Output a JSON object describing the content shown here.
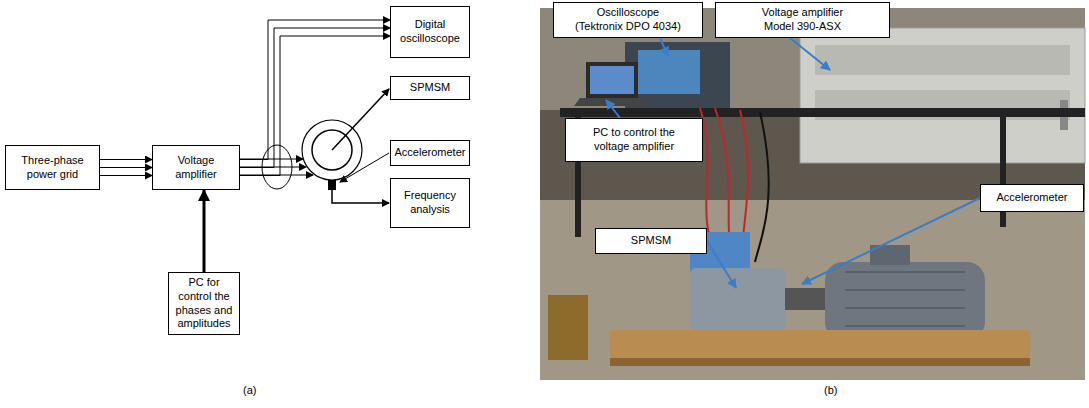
{
  "diagram": {
    "nodes": [
      {
        "text": [
          "Three-phase power grid"
        ]
      },
      {
        "text": [
          "Voltage amplifier"
        ]
      },
      {
        "text": [
          "PC for control the phases and amplitudes"
        ]
      },
      {
        "text": [
          "Digital oscilloscope"
        ]
      },
      {
        "text": [
          "SPMSM"
        ]
      },
      {
        "text": [
          "Accelerometer"
        ]
      },
      {
        "text": [
          "Frequency analysis"
        ]
      },
      {
        "text": [
          "Oscilloscope (Tektronix DPO 4034)"
        ]
      },
      {
        "text": [
          "Voltage amplifier Model 390-ASX"
        ]
      },
      {
        "text": [
          "PC to control the voltage amplifier"
        ]
      },
      {
        "text": [
          "Accelerometer"
        ]
      },
      {
        "text": [
          "SPMSM"
        ]
      }
    ],
    "edges": [
      {
        "from": 0,
        "to": 1,
        "arrow": "to"
      },
      {
        "from": 1,
        "to": 3,
        "arrow": "to"
      },
      {
        "from": 2,
        "to": 1,
        "arrow": "to"
      }
    ],
    "labels": [
      "(a)",
      "(b)"
    ]
  }
}
